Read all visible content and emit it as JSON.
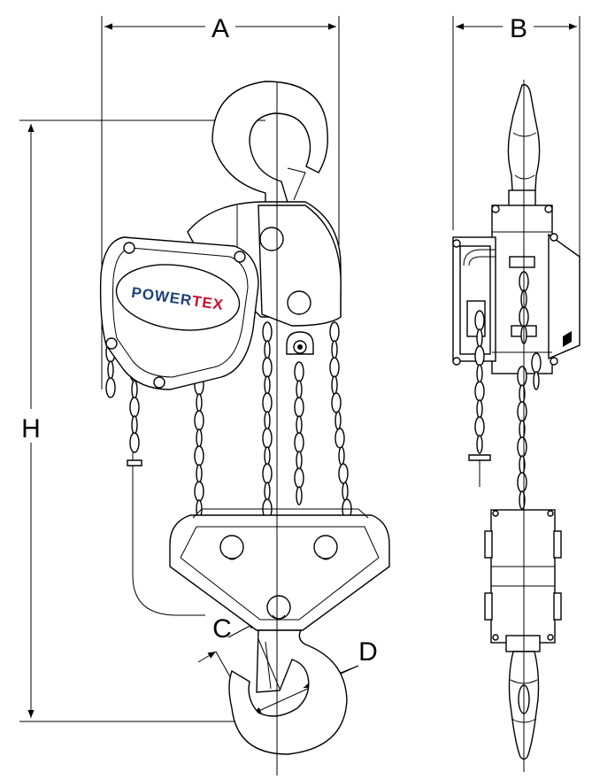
{
  "dimensions": {
    "a_label": "A",
    "b_label": "B",
    "c_label": "C",
    "d_label": "D",
    "h_label": "H"
  },
  "brand": {
    "part1": "POWER",
    "part2": "TEX",
    "color_dark": "#1d3f7a",
    "color_red": "#c8102e"
  }
}
